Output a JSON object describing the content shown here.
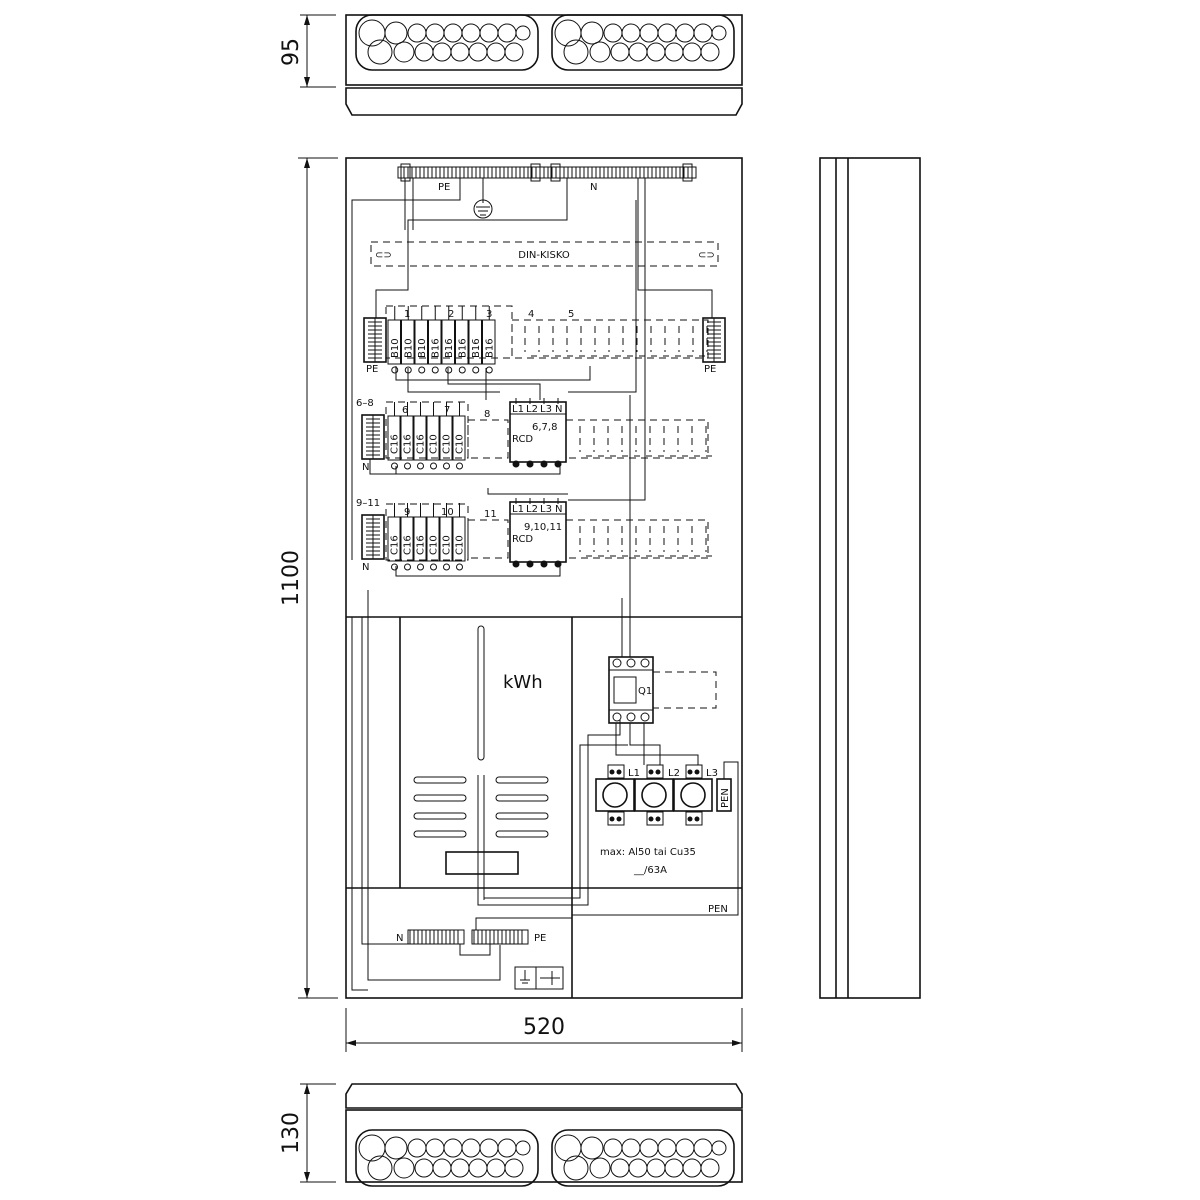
{
  "dimensions": {
    "top_depth": "95",
    "height": "1100",
    "width": "520",
    "bottom_depth": "130"
  },
  "top_bus": {
    "pe_label": "PE",
    "n_label": "N"
  },
  "din_rail": {
    "label": "DIN-KISKO",
    "end_symbol": "⊂⊃"
  },
  "row1": {
    "group_numbers": [
      "1",
      "2",
      "3",
      "4",
      "5"
    ],
    "breakers": [
      "B10",
      "B10",
      "B10",
      "B16",
      "B16",
      "B16",
      "B16",
      "B16"
    ],
    "left_terminal_label": "PE",
    "right_terminal_label": "PE"
  },
  "row2": {
    "range_label": "6–8",
    "group_numbers": [
      "6",
      "7",
      "8"
    ],
    "breakers": [
      "C16",
      "C16",
      "C16",
      "C10",
      "C10",
      "C10"
    ],
    "terminal_label": "N",
    "rcd_terminals": [
      "L1",
      "L2",
      "L3",
      "N"
    ],
    "rcd_circuits": "6,7,8",
    "rcd_label": "RCD"
  },
  "row3": {
    "range_label": "9–11",
    "group_numbers": [
      "9",
      "10",
      "11"
    ],
    "breakers": [
      "C16",
      "C16",
      "C16",
      "C10",
      "C10",
      "C10"
    ],
    "terminal_label": "N",
    "rcd_terminals": [
      "L1",
      "L2",
      "L3",
      "N"
    ],
    "rcd_circuits": "9,10,11",
    "rcd_label": "RCD"
  },
  "meter": {
    "label": "kWh"
  },
  "main_switch": {
    "label": "Q1"
  },
  "main_terminals": {
    "phases": [
      "L1",
      "L2",
      "L3"
    ],
    "pen_label": "PEN",
    "max_text": "max: Al50 tai Cu35",
    "rating_text": "__/63A",
    "pen_bottom_label": "PEN"
  },
  "bottom_bus": {
    "n_label": "N",
    "pe_label": "PE"
  }
}
